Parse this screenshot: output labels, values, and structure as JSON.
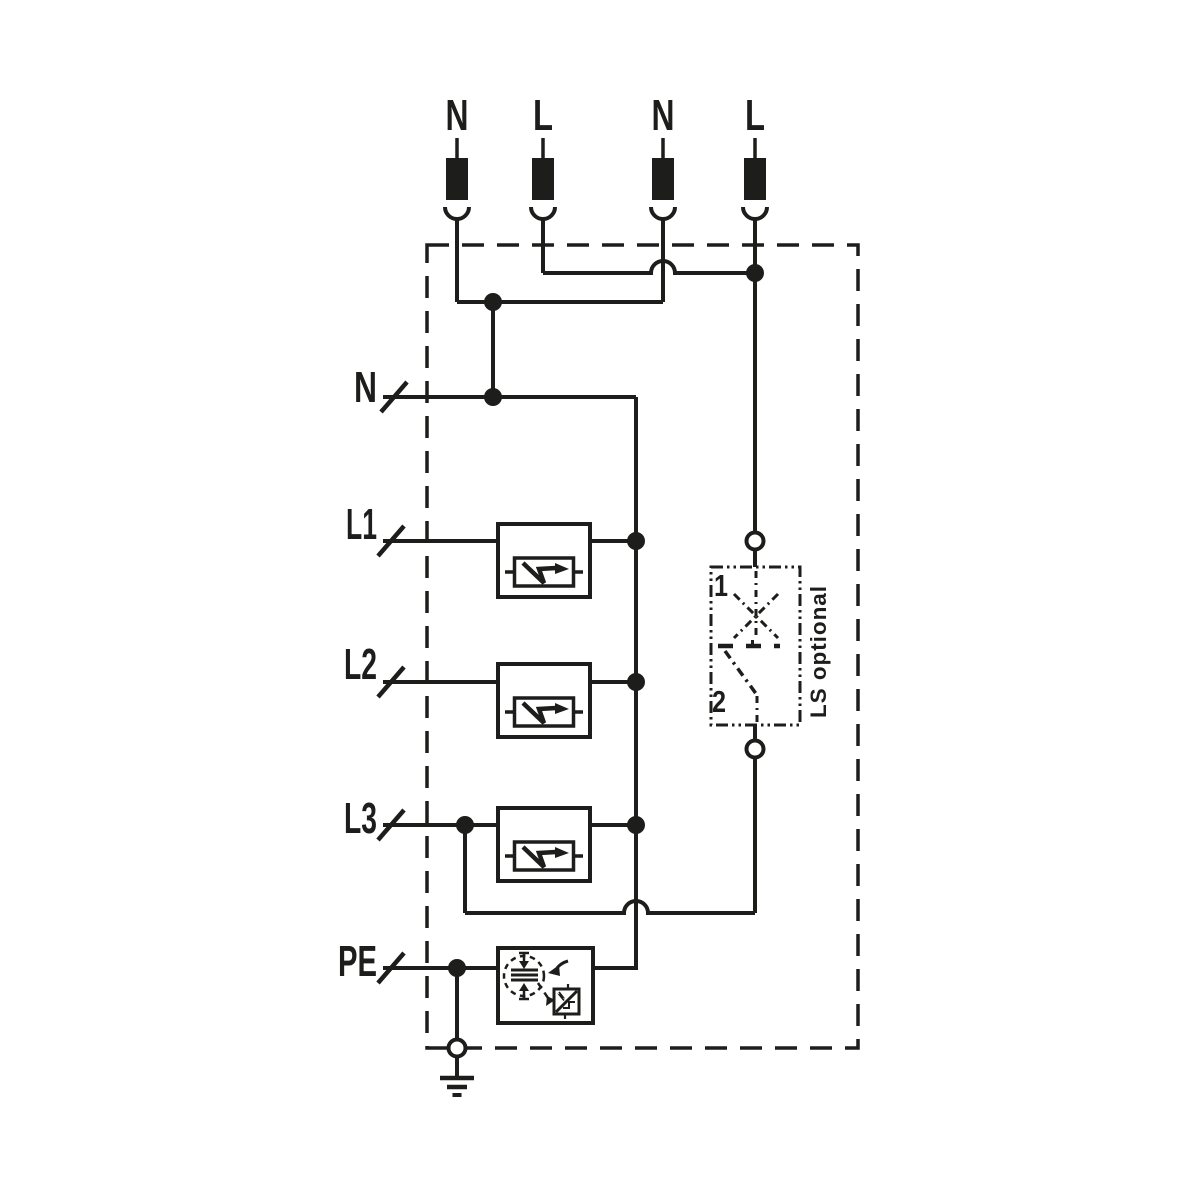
{
  "diagram": {
    "background_color": "#ffffff",
    "line_color": "#1d1d1b",
    "top_terminals": [
      {
        "label": "N"
      },
      {
        "label": "L"
      },
      {
        "label": "N"
      },
      {
        "label": "L"
      }
    ],
    "left_inputs": [
      {
        "label": "N"
      },
      {
        "label": "L1"
      },
      {
        "label": "L2"
      },
      {
        "label": "L3"
      },
      {
        "label": "PE"
      }
    ],
    "breaker": {
      "top_terminal_number": "1",
      "bottom_terminal_number": "2",
      "label": "LS optional"
    },
    "symbols": {
      "surge_arrester_modules": 3,
      "spark_gap_varistor_modules": 1,
      "earth_ground": true
    }
  }
}
